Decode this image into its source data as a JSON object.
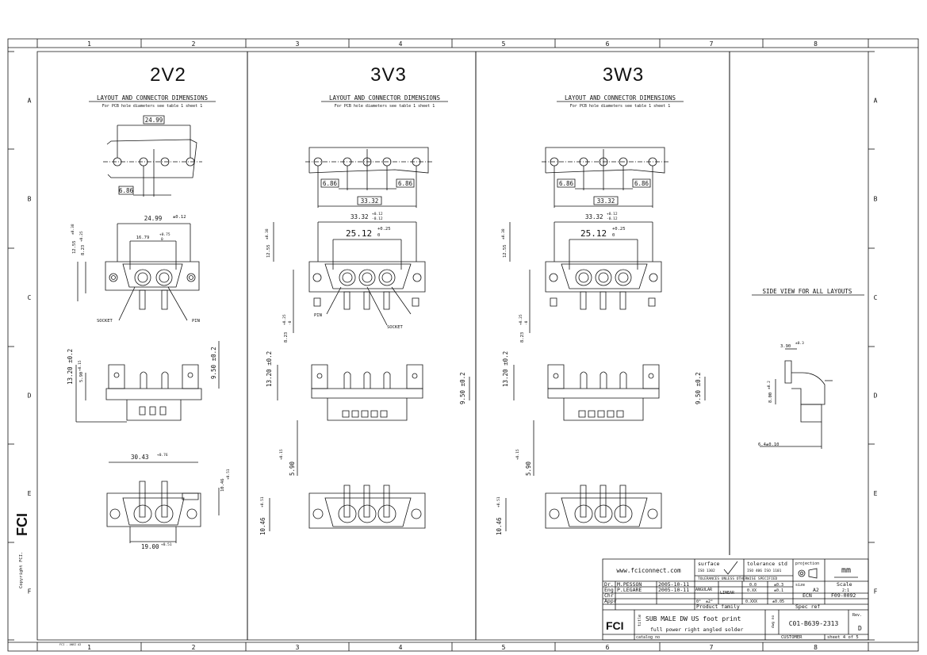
{
  "grid": {
    "columns": [
      "1",
      "2",
      "3",
      "4",
      "5",
      "6",
      "7",
      "8"
    ],
    "rows": [
      "A",
      "B",
      "C",
      "D",
      "E",
      "F"
    ]
  },
  "panels": [
    {
      "title": "2V2",
      "heading": "LAYOUT AND CONNECTOR DIMENSIONS",
      "note": "For PCB hole diameters see table 1 sheet 1",
      "footprint_pitch": "24.99",
      "pin_spacing": "6.86",
      "front_width": "24.99",
      "front_width_tol": "±0.12",
      "inner_width": "16.79",
      "inner_width_tol_up": "+0.75",
      "inner_width_tol_dn": "0",
      "height_total": "12.55",
      "height_total_tol": "±0.38",
      "height_flange": "8.23",
      "height_flange_tol": "+0.25",
      "label_socket": "SOCKET",
      "label_pin": "PIN",
      "side_h1": "13.20 ±0.2",
      "side_h2": "5.90",
      "side_h2_tol": "+0.15",
      "side_h3": "9.50 ±0.2",
      "bottom_width": "30.43",
      "bottom_width_tol": "+0.76",
      "bottom_inner": "19.00",
      "bottom_inner_tol": "+0.51",
      "bottom_depth": "10.46",
      "bottom_depth_tol": "+0.51"
    },
    {
      "title": "3V3",
      "heading": "LAYOUT AND CONNECTOR DIMENSIONS",
      "note": "For PCB hole diameters see table 1 sheet 1",
      "pin_spacing_left": "6.86",
      "pin_spacing_right": "6.86",
      "footprint_width": "33.32",
      "front_width": "33.32",
      "front_width_tol_up": "+0.12",
      "front_width_tol_dn": "-0.12",
      "inner_width": "25.12",
      "inner_width_tol_up": "+0.25",
      "inner_width_tol_dn": "0",
      "height_total": "12.55",
      "height_total_tol": "±0.38",
      "height_flange": "8.23",
      "height_flange_tol_up": "+0.25",
      "height_flange_tol_dn": "-0",
      "label_pin": "PIN",
      "label_socket": "SOCKET",
      "side_h1": "13.20 ±0.2",
      "side_h3": "9.50 ±0.2",
      "side_h4": "5.90",
      "side_h4_tol": "+0.15",
      "bottom_depth": "10.46",
      "bottom_depth_tol": "+0.51"
    },
    {
      "title": "3W3",
      "heading": "LAYOUT AND CONNECTOR DIMENSIONS",
      "note": "For PCB hole diameters see table 1 sheet 1",
      "pin_spacing_left": "6.86",
      "pin_spacing_right": "6.86",
      "footprint_width": "33.32",
      "front_width": "33.32",
      "front_width_tol_up": "+0.12",
      "front_width_tol_dn": "-0.12",
      "inner_width": "25.12",
      "inner_width_tol_up": "+0.25",
      "inner_width_tol_dn": "0",
      "height_total": "12.55",
      "height_total_tol": "±0.38",
      "height_flange": "8.23",
      "height_flange_tol_up": "+0.25",
      "height_flange_tol_dn": "-0",
      "side_h1": "13.20 ±0.2",
      "side_h3": "9.50 ±0.2",
      "side_h4": "5.90",
      "side_h4_tol": "+0.15",
      "bottom_depth": "10.46",
      "bottom_depth_tol": "+0.51"
    }
  ],
  "side_view": {
    "title": "SIDE VIEW FOR ALL LAYOUTS",
    "dim_top": "3.90",
    "dim_top_tol": "±0.3",
    "dim_mid": "8.00",
    "dim_mid_tol": "±0.2",
    "dim_bottom": "6.4±0.10"
  },
  "margin": {
    "copyright": "Copyright FCI.",
    "logo": "FCI"
  },
  "title_block": {
    "website": "www.fciconnect.com",
    "surface_label": "surface",
    "surface_std": "ISO 1302",
    "tolerance_label": "tolerance std",
    "tolerance_stds": "ISO 406   ISO 1101",
    "projection_label": "projection",
    "units": "mm",
    "tol_note": "TOLERANCES UNLESS OTHERWISE SPECIFIED",
    "dr_label": "Dr.",
    "dr_name": "M.PESSON",
    "dr_date": "2005-10-11",
    "eng_label": "Eng",
    "eng_name": "P.LEGARE",
    "eng_date": "2005-10-11",
    "chr_label": "Chr",
    "appr_label": "Appr",
    "angular": "ANGULAR",
    "linear": "LINEAR",
    "tol_row1_a": "0.0",
    "tol_row1_b": "±0.3",
    "tol_row2_a": "0.XX",
    "tol_row2_b": "±0.1",
    "tol_row3_a": "0.XXX",
    "tol_row3_b": "±0.05",
    "ang_row1": "0°",
    "ang_row2": "±2°",
    "size_label": "size",
    "size": "A2",
    "scale_label": "Scale",
    "scale": "2:1",
    "ecn_label": "ECN",
    "ecn": "F09-0092",
    "product_family_label": "Product family",
    "spec_ref_label": "Spec ref",
    "title_label": "title",
    "title_line1": "SUB MALE DW US foot print",
    "title_line2": "full power right angled solder",
    "dwg_label": "dwg no",
    "dwg_no": "C01-B639-2313",
    "rev_label": "Rev.",
    "rev": "D",
    "catalog_label": "catalog no",
    "customer_label": "CUSTOMER",
    "sheet": "sheet 4 of 5",
    "bottom_code": "FCI - ANSI A2"
  }
}
